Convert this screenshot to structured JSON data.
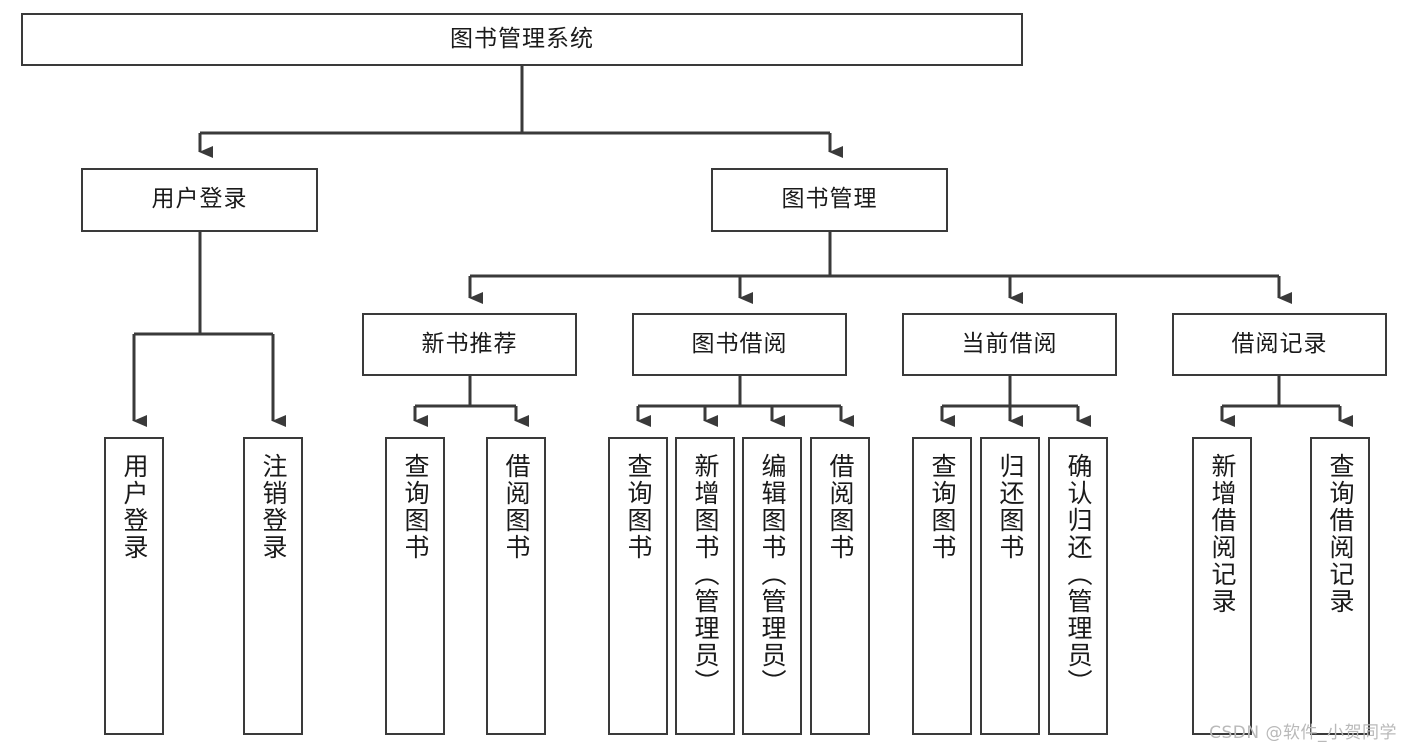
{
  "diagram": {
    "type": "tree-hierarchy-chart",
    "title": "图书管理系统",
    "watermark": "CSDN @软件_小贺同学",
    "colors": {
      "box_border": "#3a3a3a",
      "box_fill": "#ffffff",
      "connector": "#3a3a3a",
      "text": "#1a1a1a",
      "watermark": "#b9b9b9",
      "background": "#ffffff"
    },
    "nodes": {
      "root": {
        "label": "图书管理系统"
      },
      "level2": [
        {
          "label": "用户登录"
        },
        {
          "label": "图书管理"
        }
      ],
      "level3": [
        {
          "label": "新书推荐"
        },
        {
          "label": "图书借阅"
        },
        {
          "label": "当前借阅"
        },
        {
          "label": "借阅记录"
        }
      ],
      "leaves": {
        "user_login": [
          {
            "label": "用户登录"
          },
          {
            "label": "注销登录"
          }
        ],
        "new_book_recommend": [
          {
            "label": "查询图书"
          },
          {
            "label": "借阅图书"
          }
        ],
        "book_borrow": [
          {
            "label": "查询图书"
          },
          {
            "label": "新增图书（管理员）"
          },
          {
            "label": "编辑图书（管理员）"
          },
          {
            "label": "借阅图书"
          }
        ],
        "current_borrow": [
          {
            "label": "查询图书"
          },
          {
            "label": "归还图书"
          },
          {
            "label": "确认归还（管理员）"
          }
        ],
        "borrow_record": [
          {
            "label": "新增借阅记录"
          },
          {
            "label": "查询借阅记录"
          }
        ]
      }
    }
  }
}
